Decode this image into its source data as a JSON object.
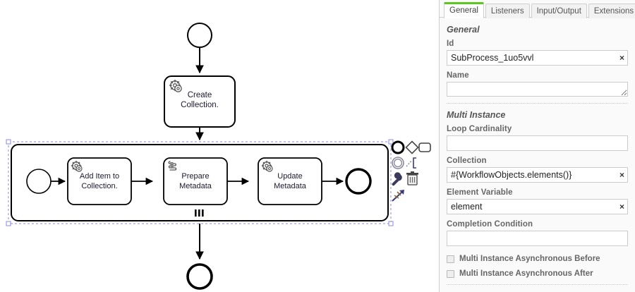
{
  "properties_panel": {
    "tabs": [
      {
        "label": "General",
        "active": true
      },
      {
        "label": "Listeners",
        "active": false
      },
      {
        "label": "Input/Output",
        "active": false
      },
      {
        "label": "Extensions",
        "active": false
      }
    ],
    "accent_color": "#5ac820",
    "groups": [
      {
        "title": "General",
        "fields": [
          {
            "label": "Id",
            "value": "SubProcess_1uo5vvl",
            "clear": "×",
            "type": "text"
          },
          {
            "label": "Name",
            "value": "",
            "type": "textarea"
          }
        ]
      },
      {
        "title": "Multi Instance",
        "fields": [
          {
            "label": "Loop Cardinality",
            "value": "",
            "type": "text"
          },
          {
            "label": "Collection",
            "value": "#{WorkflowObjects.elements()}",
            "clear": "×",
            "type": "text"
          },
          {
            "label": "Element Variable",
            "value": "element",
            "clear": "×",
            "type": "text"
          },
          {
            "label": "Completion Condition",
            "value": "",
            "type": "text"
          }
        ],
        "checkboxes": [
          {
            "label": "Multi Instance Asynchronous Before",
            "checked": false
          },
          {
            "label": "Multi Instance Asynchronous After",
            "checked": false
          }
        ]
      }
    ]
  },
  "canvas": {
    "start_event": {
      "name": "start-event"
    },
    "tasks": [
      {
        "id": "create-collection",
        "label_line1": "Create",
        "label_line2": "Collection.",
        "marker": "service-task-gear-icon"
      },
      {
        "id": "add-item-to-collection",
        "label_line1": "Add Item to",
        "label_line2": "Collection.",
        "marker": "service-task-gear-icon"
      },
      {
        "id": "prepare-metadata",
        "label_line1": "Prepare",
        "label_line2": "Metadata",
        "marker": "script-task-icon"
      },
      {
        "id": "update-metadata",
        "label_line1": "Update",
        "label_line2": "Metadata",
        "marker": "service-task-gear-icon"
      }
    ],
    "subprocess": {
      "name": "expanded-subprocess",
      "marker": "multi-instance-parallel-marker",
      "selected": true,
      "selection_color": "#8a8ae6"
    },
    "end_event": {
      "name": "end-event"
    },
    "context_pad": [
      {
        "name": "append-end-event-icon"
      },
      {
        "name": "append-gateway-icon"
      },
      {
        "name": "append-task-icon"
      },
      {
        "name": "append-intermediate-event-icon"
      },
      {
        "name": "append-text-annotation-icon"
      },
      {
        "name": "replace-wrench-icon"
      },
      {
        "name": "delete-trash-icon"
      },
      {
        "name": "connect-tool-icon"
      }
    ]
  }
}
